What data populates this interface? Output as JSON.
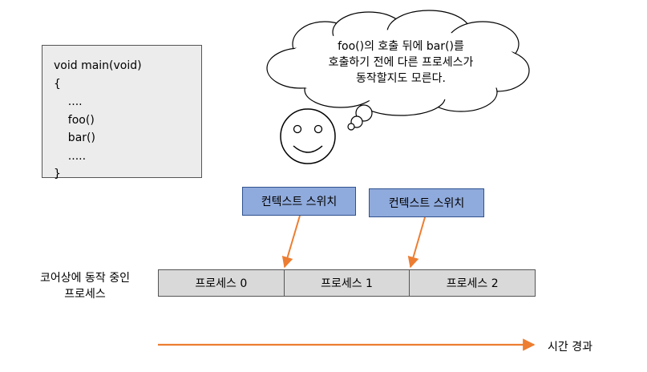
{
  "code": {
    "lines": [
      "void main(void)",
      "{",
      "    ....",
      "    foo()",
      "    bar()",
      "    .....",
      "}"
    ]
  },
  "thought": {
    "lines": [
      "foo()의 호출 뒤에 bar()를",
      "호출하기 전에 다른 프로세스가",
      "동작할지도 모른다."
    ]
  },
  "context_switch": [
    "컨텍스트 스위치",
    "컨텍스트 스위치"
  ],
  "core": {
    "label_lines": [
      "코어상에 동작 중인",
      "프로세스"
    ],
    "processes": [
      "프로세스 0",
      "프로세스 1",
      "프로세스 2"
    ]
  },
  "time_axis": {
    "label": "시간 경과"
  },
  "colors": {
    "arrow": "#ed7d31",
    "context_fill": "#8faadc",
    "process_fill": "#d9d9d9",
    "code_fill": "#ececec"
  }
}
